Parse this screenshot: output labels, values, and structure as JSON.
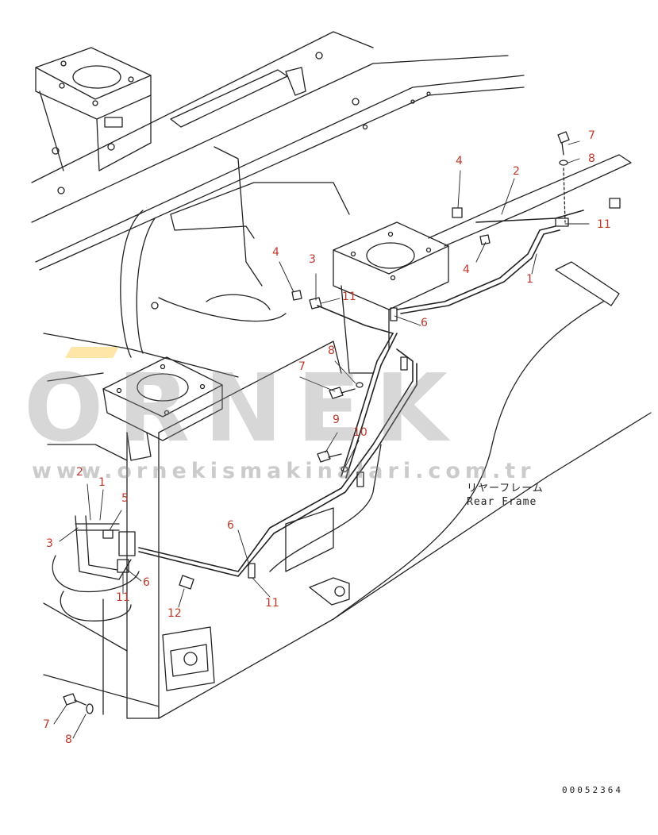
{
  "diagram": {
    "callouts": [
      {
        "id": "c7-top",
        "text": "7"
      },
      {
        "id": "c8-top",
        "text": "8"
      },
      {
        "id": "c4-top",
        "text": "4"
      },
      {
        "id": "c2-top",
        "text": "2"
      },
      {
        "id": "c11-top",
        "text": "11"
      },
      {
        "id": "c1-right",
        "text": "1"
      },
      {
        "id": "c4-mid",
        "text": "4"
      },
      {
        "id": "c4-left",
        "text": "4"
      },
      {
        "id": "c3-mid",
        "text": "3"
      },
      {
        "id": "c11-mid",
        "text": "11"
      },
      {
        "id": "c6-mid",
        "text": "6"
      },
      {
        "id": "c8-mid",
        "text": "8"
      },
      {
        "id": "c7-mid",
        "text": "7"
      },
      {
        "id": "c9",
        "text": "9"
      },
      {
        "id": "c10",
        "text": "10"
      },
      {
        "id": "c2-left",
        "text": "2"
      },
      {
        "id": "c1-left",
        "text": "1"
      },
      {
        "id": "c5",
        "text": "5"
      },
      {
        "id": "c3-left",
        "text": "3"
      },
      {
        "id": "c6-left",
        "text": "6"
      },
      {
        "id": "c11-left",
        "text": "11"
      },
      {
        "id": "c6-low",
        "text": "6"
      },
      {
        "id": "c11-low",
        "text": "11"
      },
      {
        "id": "c12",
        "text": "12"
      },
      {
        "id": "c7-bottom",
        "text": "7"
      },
      {
        "id": "c8-bottom",
        "text": "8"
      }
    ],
    "caption_jp": "リヤーフレーム",
    "caption_en": "Rear Frame",
    "doc_number": "00052364",
    "watermark_main": "ORNEK",
    "watermark_url": "www.ornekismakinalari.com.tr"
  }
}
